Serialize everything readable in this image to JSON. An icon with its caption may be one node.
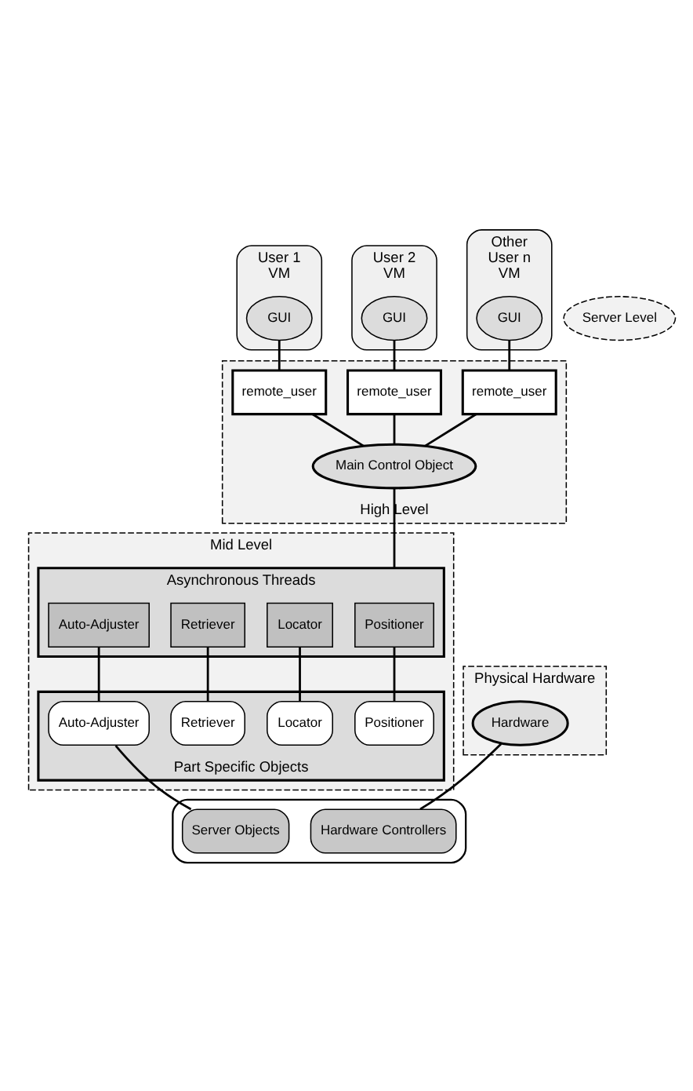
{
  "diagram": {
    "nodes": [
      {
        "text": [
          "User 1",
          "VM"
        ]
      },
      {
        "text": [
          "GUI"
        ],
        "in": 0
      },
      {
        "text": [
          "User 2",
          "VM"
        ]
      },
      {
        "text": [
          "GUI"
        ],
        "in": 2
      },
      {
        "text": [
          "Other",
          "User n",
          "VM"
        ]
      },
      {
        "text": [
          "GUI"
        ],
        "in": 4
      },
      {
        "text": [
          "High Level"
        ]
      },
      {
        "text": [
          "remote_user"
        ],
        "in": 6
      },
      {
        "text": [
          "remote_user"
        ],
        "in": 6
      },
      {
        "text": [
          "remote_user"
        ],
        "in": 6
      },
      {
        "text": [
          "Main Control Object"
        ],
        "in": 6
      },
      {
        "text": [
          "Mid Level"
        ]
      },
      {
        "text": [
          "Asynchronous Threads"
        ],
        "in": 11
      },
      {
        "text": [
          "Positioner"
        ],
        "in": 12
      },
      {
        "text": [
          "Locator"
        ],
        "in": 12
      },
      {
        "text": [
          "Retriever"
        ],
        "in": 12
      },
      {
        "text": [
          "Auto-Adjuster"
        ],
        "in": 12
      },
      {
        "text": [
          "Part Specific Objects"
        ],
        "in": 11
      },
      {
        "text": [
          "Positioner"
        ],
        "in": 17
      },
      {
        "text": [
          "Locator"
        ],
        "in": 17
      },
      {
        "text": [
          "Retriever"
        ],
        "in": 17
      },
      {
        "text": [
          "Auto-Adjuster"
        ],
        "in": 17
      },
      {
        "text": [
          "Physical Hardware"
        ]
      },
      {
        "text": [
          "Hardware"
        ],
        "in": 22
      },
      {
        "text": [
          "Server Level"
        ]
      },
      {
        "text": [],
        "shape": "box"
      },
      {
        "text": [
          "Hardware Controllers"
        ],
        "in": 25
      },
      {
        "text": [
          "Server Objects"
        ],
        "in": 25
      }
    ],
    "edges": [
      {
        "from": 1,
        "to": 9,
        "arrow": "none"
      },
      {
        "from": 3,
        "to": 8,
        "arrow": "none"
      },
      {
        "from": 5,
        "to": 7,
        "arrow": "none"
      },
      {
        "from": 7,
        "to": 10,
        "arrow": "none"
      },
      {
        "from": 8,
        "to": 10,
        "arrow": "none"
      },
      {
        "from": 9,
        "to": 10,
        "arrow": "none"
      },
      {
        "from": 10,
        "to": 12,
        "arrow": "none"
      },
      {
        "from": 13,
        "to": 18,
        "arrow": "none"
      },
      {
        "from": 14,
        "to": 19,
        "arrow": "none"
      },
      {
        "from": 15,
        "to": 20,
        "arrow": "none"
      },
      {
        "from": 16,
        "to": 21,
        "arrow": "none"
      },
      {
        "from": 21,
        "to": 27,
        "arrow": "none"
      },
      {
        "from": 23,
        "to": 26,
        "arrow": "none"
      }
    ]
  }
}
